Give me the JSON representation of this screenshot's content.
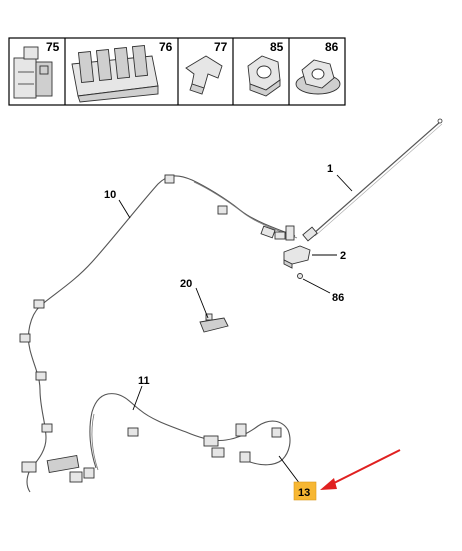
{
  "legend": {
    "items": [
      {
        "number": "75",
        "icon": "relay-box-icon"
      },
      {
        "number": "76",
        "icon": "fuse-box-icon"
      },
      {
        "number": "77",
        "icon": "clip-icon"
      },
      {
        "number": "85",
        "icon": "hex-nut-icon"
      },
      {
        "number": "86",
        "icon": "flange-nut-icon"
      }
    ]
  },
  "callouts": {
    "c1": "1",
    "c2": "2",
    "c86": "86",
    "c10": "10",
    "c20": "20",
    "c11": "11",
    "c13": "13"
  },
  "colors": {
    "highlight": "#f7b733",
    "arrow": "#e02020"
  }
}
